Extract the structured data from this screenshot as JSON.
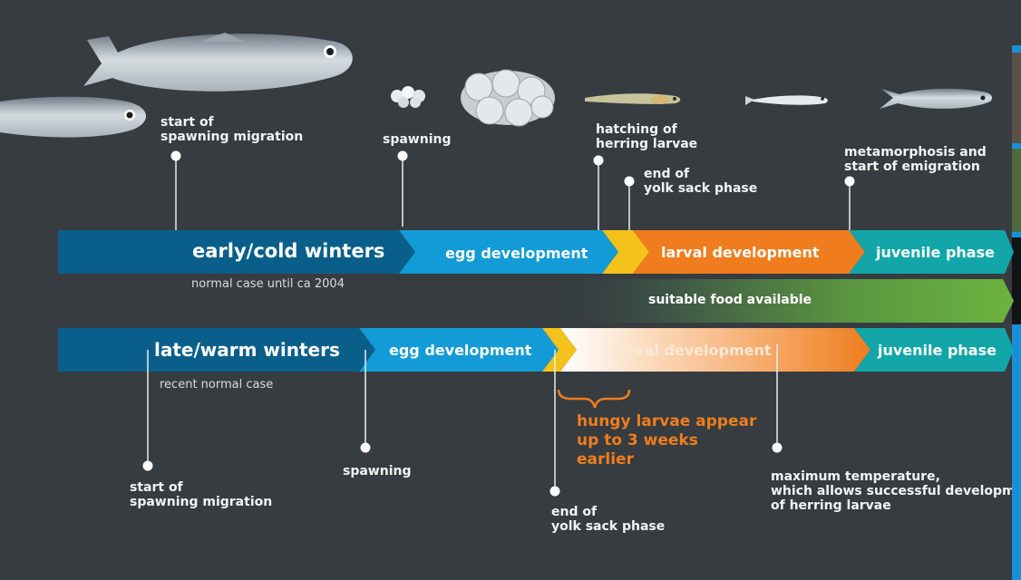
{
  "colors": {
    "background": "#363c40",
    "dark_blue": "#0a5f8a",
    "mid_blue": "#129bd6",
    "yellow": "#f4c21a",
    "orange": "#ef7d1e",
    "teal": "#12a6a8",
    "green": "#6db33f"
  },
  "top_labels": {
    "start_migration": "start of\nspawning migration",
    "spawning": "spawning",
    "hatching": "hatching of\nherring larvae",
    "end_yolk": "end of\nyolk sack phase",
    "metamorphosis": "metamorphosis and\nstart of emigration"
  },
  "cold": {
    "title": "early/cold winters",
    "subtitle": "normal case until ca 2004",
    "egg": "egg development",
    "larval": "larval development",
    "juvenile": "juvenile phase"
  },
  "food_band": "suitable food available",
  "warm": {
    "title": "late/warm winters",
    "subtitle": "recent normal case",
    "egg": "egg development",
    "larval": "larval development",
    "juvenile": "juvenile phase"
  },
  "callout": "hungy larvae appear\nup to 3 weeks\nearlier",
  "bottom_labels": {
    "start_migration": "start of\nspawning migration",
    "spawning": "spawning",
    "end_yolk": "end of\nyolk sack phase",
    "max_temp": "maximum temperature,\nwhich allows successful developme\nof herring larvae"
  },
  "icons": [
    "herring-fish-icon",
    "herring-eggs-icon",
    "larva-icon",
    "juvenile-fish-icon"
  ]
}
